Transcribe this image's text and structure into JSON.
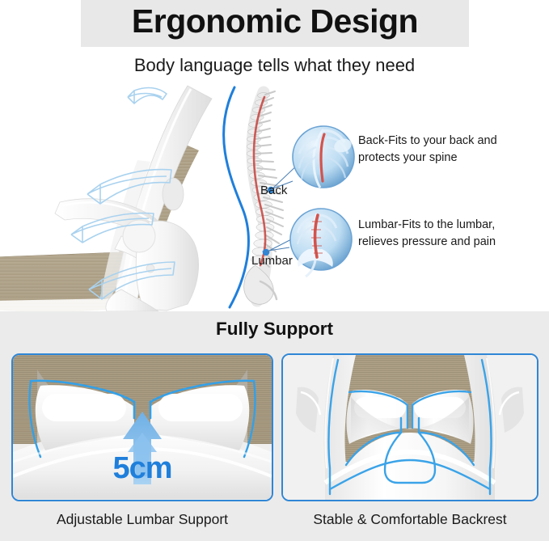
{
  "header": {
    "title": "Ergonomic Design",
    "subtitle": "Body language tells what they need",
    "band_color": "#e8e8e8"
  },
  "diagram": {
    "spine_labels": {
      "back": "Back",
      "lumbar": "Lumbar"
    },
    "callouts": [
      {
        "id": "back",
        "text": "Back-Fits to your back and\nprotects your spine",
        "thumbnail": "upper-spine-anatomy-thumbnail"
      },
      {
        "id": "lumbar",
        "text": "Lumbar-Fits to the lumbar,\nrelieves pressure and pain",
        "thumbnail": "lumbar-spine-anatomy-thumbnail"
      }
    ],
    "airflow_arrow_count": 4,
    "chair_frame_color": "#ffffff",
    "mesh_color": "#b3a68f",
    "accent_blue": "#2f86d6"
  },
  "support_section": {
    "title": "Fully Support",
    "background_color": "#ebebeb",
    "panels": [
      {
        "id": "lumbar-support",
        "caption": "Adjustable Lumbar Support",
        "measurement": "5cm",
        "border_color": "#2f86d6",
        "measurement_color": "#1f7fdb"
      },
      {
        "id": "backrest",
        "caption": "Stable & Comfortable Backrest",
        "border_color": "#2f86d6"
      }
    ]
  }
}
